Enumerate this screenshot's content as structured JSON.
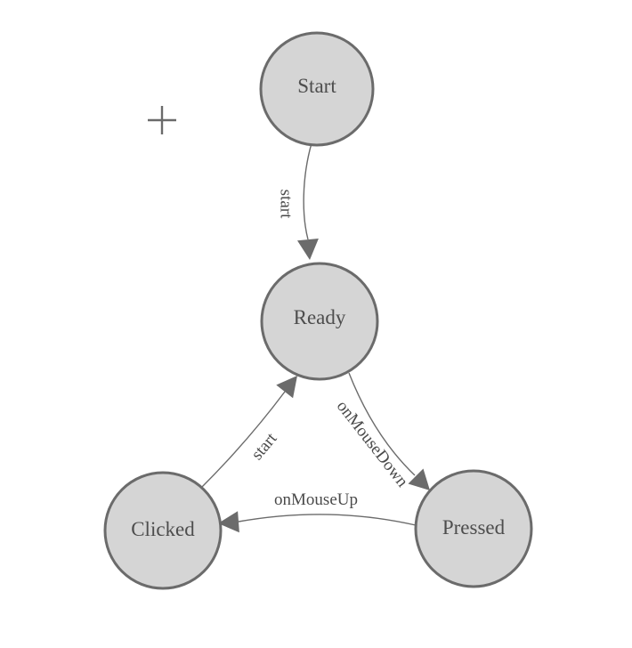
{
  "diagram": {
    "type": "state-machine",
    "background": "#ffffff",
    "nodes": [
      {
        "id": "start",
        "label": "Start"
      },
      {
        "id": "ready",
        "label": "Ready"
      },
      {
        "id": "clicked",
        "label": "Clicked"
      },
      {
        "id": "pressed",
        "label": "Pressed"
      }
    ],
    "edges": [
      {
        "from": "Start",
        "to": "Ready",
        "label": "start"
      },
      {
        "from": "Ready",
        "to": "Pressed",
        "label": "onMouseDown"
      },
      {
        "from": "Pressed",
        "to": "Clicked",
        "label": "onMouseUp"
      },
      {
        "from": "Clicked",
        "to": "Ready",
        "label": "start"
      }
    ],
    "colors": {
      "node_fill": "#d5d5d5",
      "node_stroke": "#6b6b6b",
      "edge_stroke": "#6b6b6b",
      "arrowhead": "#6b6b6b",
      "node_text": "#4d4d4d",
      "edge_label_text": "#4a4a4a",
      "crosshair": "#6a6a6a"
    },
    "icons": {
      "crosshair": "plus-crosshair-icon"
    }
  }
}
